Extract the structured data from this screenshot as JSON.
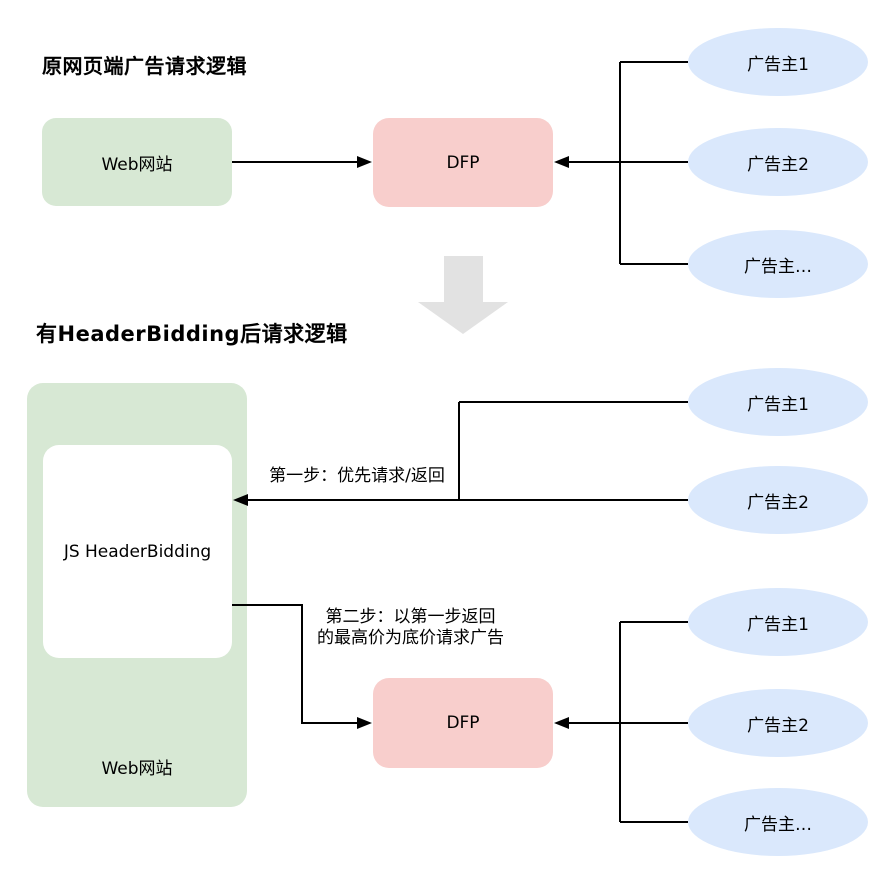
{
  "page": {
    "background": "#ffffff"
  },
  "colors": {
    "box_green": "#d7e8d4",
    "box_pink": "#f8cecc",
    "ellipse_blue": "#dae8fc",
    "transition_arrow_gray": "#e2e2e2",
    "connector_line": "#000000",
    "text": "#000000"
  },
  "section1": {
    "title": "原网页端广告请求逻辑",
    "web_site_label": "Web网站",
    "dfp_label": "DFP",
    "advertisers": [
      "广告主1",
      "广告主2",
      "广告主…"
    ]
  },
  "section2": {
    "title": "有HeaderBidding后请求逻辑",
    "web_site_label": "Web网站",
    "js_headerbidding_label": "JS HeaderBidding",
    "dfp_label": "DFP",
    "step1_label": "第一步：优先请求/返回",
    "step2_label_line1": "第二步：以第一步返回",
    "step2_label_line2": "的最高价为底价请求广告",
    "step1_advertisers": [
      "广告主1",
      "广告主2"
    ],
    "step2_advertisers": [
      "广告主1",
      "广告主2",
      "广告主…"
    ]
  }
}
